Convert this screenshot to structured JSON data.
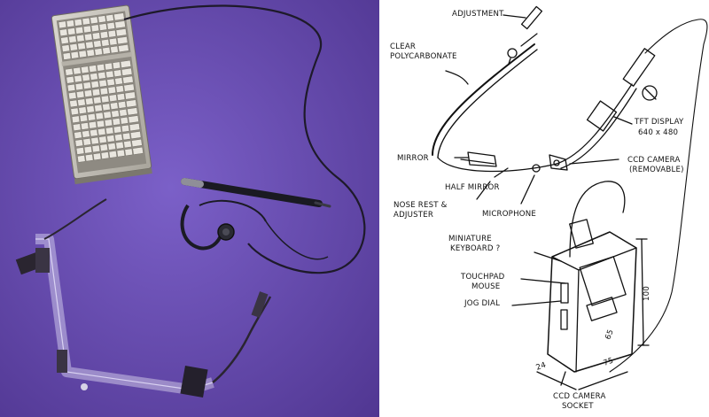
{
  "photo": {
    "background_color": "#6a4fb3",
    "objects": [
      "keyboard",
      "stylus-pen",
      "earpiece-headset",
      "cable",
      "glasses-frame"
    ]
  },
  "sketch": {
    "labels": {
      "adjustment": "ADJUSTMENT",
      "clear_polycarbonate_1": "CLEAR",
      "clear_polycarbonate_2": "POLYCARBONATE",
      "tft_display_1": "TFT DISPLAY",
      "tft_display_2": "640 x 480",
      "mirror": "MIRROR",
      "ccd_camera_1": "CCD CAMERA",
      "ccd_camera_2": "(REMOVABLE)",
      "half_mirror": "HALF MIRROR",
      "nose_rest_1": "NOSE REST &",
      "nose_rest_2": "ADJUSTER",
      "microphone": "MICROPHONE",
      "miniature_keyboard": "MINIATURE",
      "keyboard_q": "KEYBOARD ?",
      "touchpad_mouse_1": "TOUCHPAD",
      "touchpad_mouse_2": "MOUSE",
      "jog_dial": "JOG DIAL",
      "dim_100": "100",
      "dim_24": "24",
      "dim_75": "75",
      "dim_65": "65",
      "ccd_camera_socket_1": "CCD CAMERA",
      "ccd_camera_socket_2": "SOCKET"
    }
  }
}
